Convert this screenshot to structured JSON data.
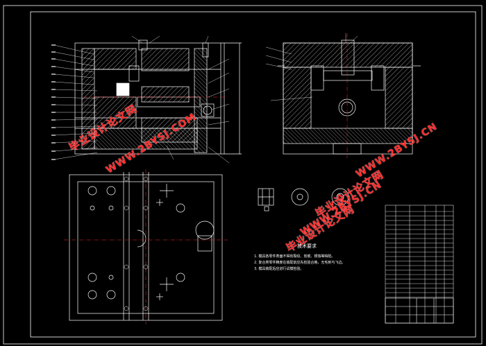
{
  "watermarks": [
    {
      "cn": "毕业设计论文网",
      "url": "WWW.2BYSJ.COM"
    },
    {
      "cn": "毕业设计论文网",
      "url": "WWW.2BYSJ.CN"
    },
    {
      "cn": "毕业设计论文网",
      "url": "WWW.2BYSJ.CN"
    }
  ],
  "tech_requirements_title": "技术要求",
  "tech_requirements": [
    "1. 模具各零件表面不得有裂纹、划痕、锈蚀等缺陷。",
    "2. 复合类零件精度在装配前应先检验合格，无毛刺与飞边。",
    "3. 模具装配后应进行试模检验。"
  ],
  "colors": {
    "background": "#000000",
    "line": "#ffffff",
    "centerline": "#ff3030",
    "watermark": "#ff2a2a",
    "accent": "#00c8ff"
  }
}
